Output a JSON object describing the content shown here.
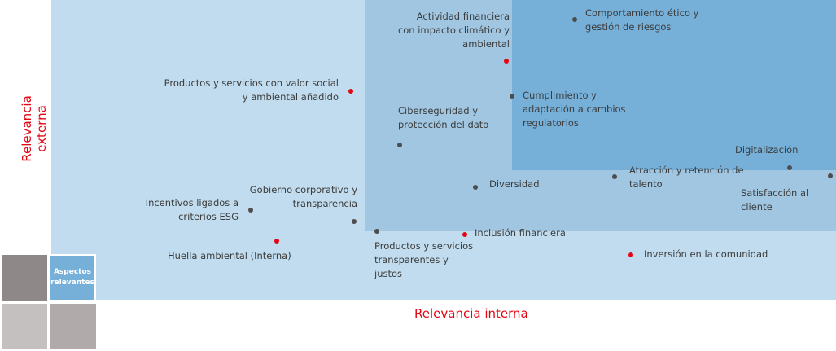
{
  "axes": {
    "x_label": "Relevancia interna",
    "y_label": "Relevancia externa"
  },
  "legend": {
    "relevant_label": "Aspectos\nrelevantes"
  },
  "colors": {
    "zone_low": "#c0dcee",
    "zone_mid": "#a0c6e2",
    "zone_high": "#76b0d9",
    "dot_gray": "#4d4d4d",
    "dot_red": "#e30613"
  },
  "items": [
    {
      "label": "Actividad financiera\ncon impacto climático y\nambiental",
      "color": "red"
    },
    {
      "label": "Comportamiento ético  y\ngestión de riesgos",
      "color": "gray"
    },
    {
      "label": "Productos y servicios con valor social\ny ambiental añadido",
      "color": "red"
    },
    {
      "label": "Cumplimiento y\nadaptación a cambios\nregulatorios",
      "color": "gray"
    },
    {
      "label": "Ciberseguridad y\nprotección del dato",
      "color": "gray"
    },
    {
      "label": "Digitalización",
      "color": "gray"
    },
    {
      "label": "Atracción y retención de\ntalento",
      "color": "gray"
    },
    {
      "label": "Satisfacción al cliente",
      "color": "gray"
    },
    {
      "label": "Diversidad",
      "color": "gray"
    },
    {
      "label": "Gobierno corporativo y\ntransparencia",
      "color": "gray"
    },
    {
      "label": "Incentivos ligados a\ncriterios ESG",
      "color": "gray"
    },
    {
      "label": "Huella ambiental (Interna)",
      "color": "red"
    },
    {
      "label": "Productos y servicios\ntransparentes y\njustos",
      "color": "gray"
    },
    {
      "label": "Inclusión  financiera",
      "color": "red"
    },
    {
      "label": "Inversión en la comunidad",
      "color": "red"
    }
  ]
}
